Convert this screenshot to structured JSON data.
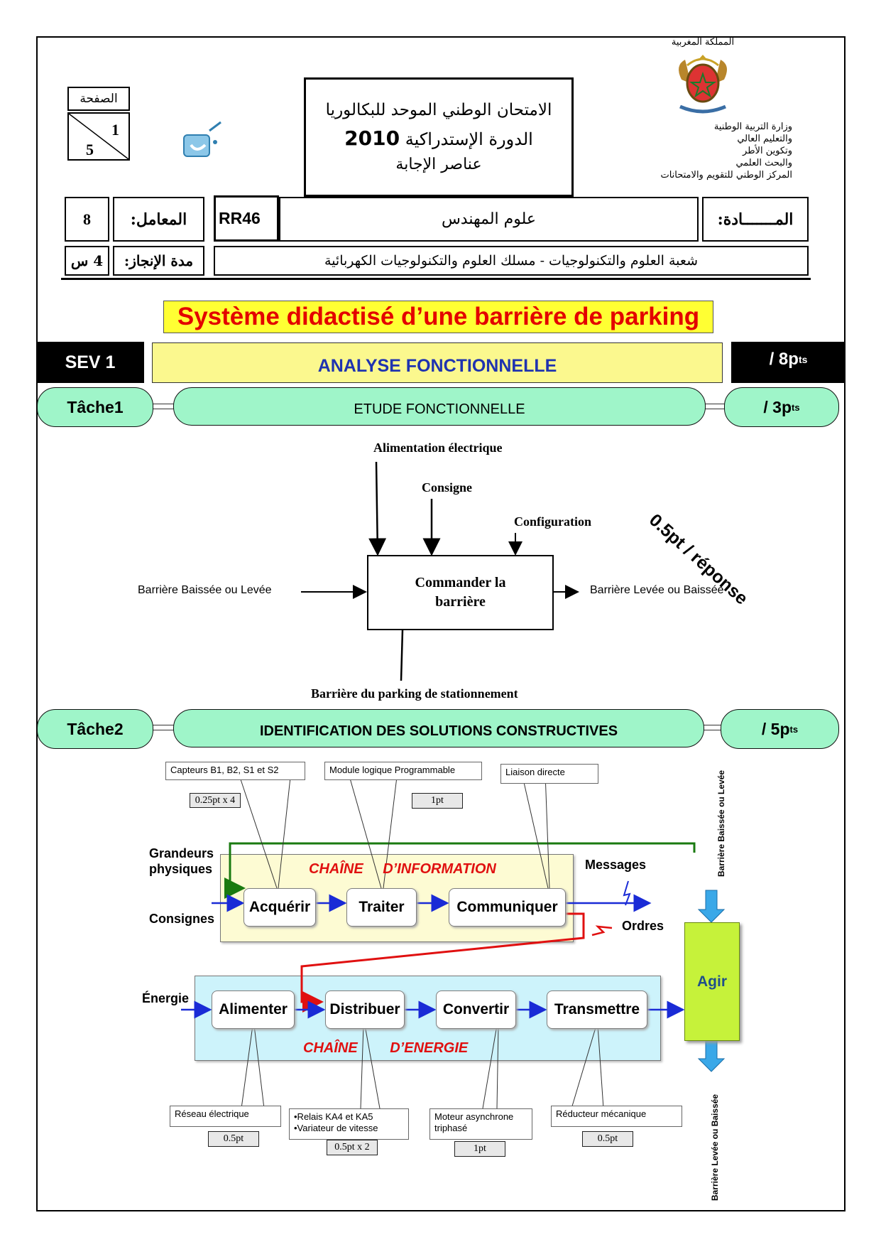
{
  "header": {
    "kingdom": "المملكة المغربية",
    "ministry_lines": [
      "وزارة التربية الوطنية",
      "والتعليم العالي",
      "وتكوين الأطر",
      "والبحث العلمي"
    ],
    "center_name": "المركز الوطني للتقويم والامتحانات",
    "exam_title": "الامتحان الوطني الموحد للبكالوريا",
    "session_label": "الدورة الإستدراكية",
    "session_year": "2010",
    "answer_elements": "عناصر الإجابة",
    "page_label": "الصفحة",
    "page_current": "1",
    "page_total": "5",
    "coef_label": "المعامل:",
    "coef_value": "8",
    "duration_label": "مدة الإنجاز:",
    "duration_value": "4 س",
    "code": "RR46",
    "subject_label": "المـــــــادة:",
    "subject_value": "علوم المهندس",
    "branch": "شعبة العلوم والتكنولوجيات - مسلك العلوم والتكنولوجيات الكهربائية",
    "colors": {
      "green_pill": "#9ff5c9",
      "yellow_band": "#fbf88e",
      "title_red": "#e30000",
      "title_bg": "#ffff33"
    }
  },
  "title": "Système didactisé d’une barrière de parking",
  "sev": {
    "label": "SEV 1",
    "name": "ANALYSE FONCTIONNELLE",
    "points_prefix": "/  8p",
    "points_sup": "ts"
  },
  "task1": {
    "label": "Tâche1",
    "name": "ETUDE FONCTIONNELLE",
    "points_prefix": "/ 3p",
    "points_sup": "ts",
    "diagram": {
      "alimentation": "Alimentation électrique",
      "consigne": "Consigne",
      "configuration": "Configuration",
      "function": "Commander la barrière",
      "input": "Barrière  Baissée ou Levée",
      "output": "Barrière  Levée ou Baissée",
      "support": "Barrière du parking de stationnement",
      "stamp": "0.5pt / réponse"
    }
  },
  "task2": {
    "label": "Tâche2",
    "name": "IDENTIFICATION DES SOLUTIONS CONSTRUCTIVES",
    "points_prefix": "/ 5p",
    "points_sup": "ts",
    "info_chain": {
      "title_a": "CHAÎNE",
      "title_b": "D’INFORMATION",
      "acquerir": "Acquérir",
      "traiter": "Traiter",
      "communiquer": "Communiquer",
      "grandeurs": "Grandeurs physiques",
      "consignes": "Consignes",
      "messages": "Messages",
      "ordres": "Ordres"
    },
    "energy_chain": {
      "title_a": "CHAÎNE",
      "title_b": "D’ENERGIE",
      "energie": "Énergie",
      "alimenter": "Alimenter",
      "distribuer": "Distribuer",
      "convertir": "Convertir",
      "transmettre": "Transmettre"
    },
    "agir": "Agir",
    "top_vertical": "Barrière  Baissée ou Levée",
    "bottom_vertical": "Barrière  Levée ou Baissée",
    "answers": {
      "capteurs": "Capteurs B1, B2, S1 et S2",
      "capteurs_pts": "0.25pt x 4",
      "module": "Module logique Programmable",
      "module_pts": "1pt",
      "liaison": "Liaison directe",
      "reseau": "Réseau électrique",
      "reseau_pts": "0.5pt",
      "relais_1": "•Relais KA4 et KA5",
      "relais_2": "•Variateur de vitesse",
      "relais_pts": "0.5pt x 2",
      "moteur": "Moteur asynchrone triphasé",
      "moteur_pts": "1pt",
      "reducteur": "Réducteur mécanique",
      "reducteur_pts": "0.5pt"
    }
  }
}
